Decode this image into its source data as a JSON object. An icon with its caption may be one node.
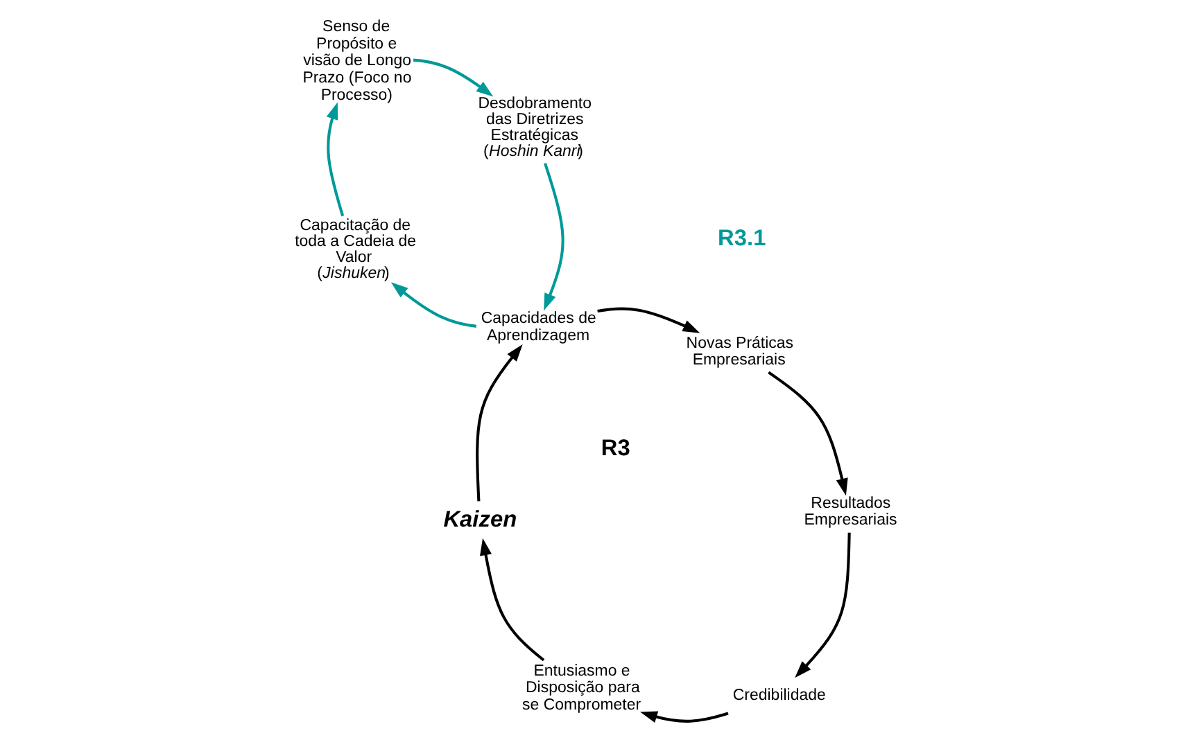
{
  "diagram": {
    "nodes": [
      {
        "text": [
          "Resultados Empresariais"
        ]
      },
      {
        "text": [
          "Credibilidade"
        ]
      },
      {
        "text": [
          "Entusiasmo e Disposição para se Comprometer"
        ]
      },
      {
        "text": [
          "Kaizen"
        ]
      },
      {
        "text": [
          "Capacidades de Aprendizagem"
        ]
      },
      {
        "text": [
          "Novas Práticas Empresariais"
        ]
      },
      {
        "text": [
          "Desdobramento das Diretrizes Estratégicas (*Hoshin Kanri*)"
        ]
      },
      {
        "text": [
          "Capacitação de toda a Cadeia de Valor (*Jishuken*)"
        ]
      },
      {
        "text": [
          "Senso de Propósito e visão de Longo Prazo (Foco no Processo)"
        ]
      }
    ],
    "edges": [
      {
        "from": 5,
        "to": 0,
        "arrow": "to"
      },
      {
        "from": 0,
        "to": 1,
        "arrow": "to"
      },
      {
        "from": 1,
        "to": 2,
        "arrow": "to"
      },
      {
        "from": 2,
        "to": 3,
        "arrow": "to"
      },
      {
        "from": 3,
        "to": 4,
        "arrow": "to"
      },
      {
        "from": 4,
        "to": 5,
        "arrow": "to"
      },
      {
        "from": 4,
        "to": 7,
        "arrow": "to",
        "color": "#009999"
      },
      {
        "from": 7,
        "to": 8,
        "arrow": "to",
        "color": "#009999"
      },
      {
        "from": 8,
        "to": 6,
        "arrow": "to",
        "color": "#009999"
      },
      {
        "from": 6,
        "to": 4,
        "arrow": "to",
        "color": "#009999"
      }
    ],
    "labels": [
      "R3",
      "R3.1"
    ]
  }
}
